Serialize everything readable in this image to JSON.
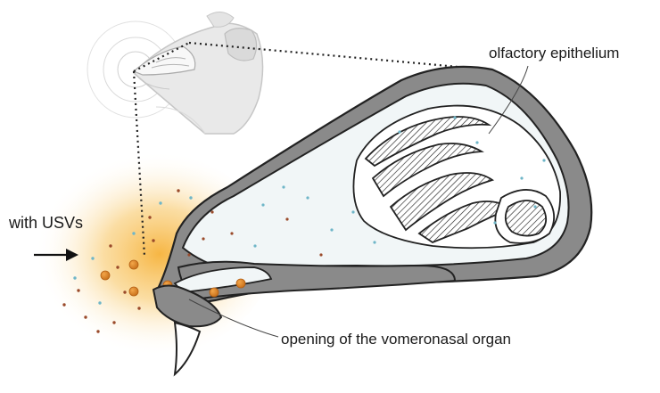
{
  "labels": {
    "olfactory": "olfactory epithelium",
    "vomeronasal": "opening of the vomeronasal organ",
    "stimulus": "with USVs"
  },
  "icons": [
    "mouse-head-icon",
    "arrow-right-icon"
  ],
  "colors": {
    "outline": "#222222",
    "tissue_gray": "#8a8a8a",
    "inner_light": "#f1f6f7",
    "glow": "#f6b23a",
    "particle_orange": "#d9821f",
    "dot_blue": "#6fb6c8",
    "dot_brown": "#9a4a2a"
  }
}
